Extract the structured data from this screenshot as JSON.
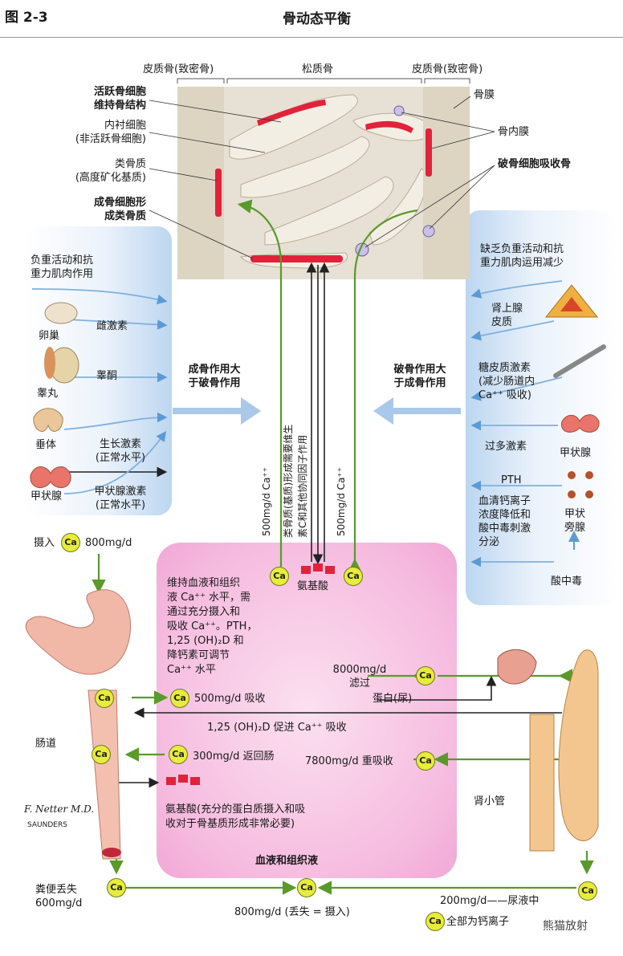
{
  "header": {
    "fig_label": "图 2-3",
    "title": "骨动态平衡"
  },
  "bone": {
    "cortical_left": "皮质骨(致密骨)",
    "cancellous": "松质骨",
    "cortical_right": "皮质骨(致密骨)",
    "active_osteocytes": [
      "活跃骨细胞",
      "维持骨结构"
    ],
    "lining_cells": [
      "内衬细胞",
      "(非活跃骨细胞)"
    ],
    "osteoid": [
      "类骨质",
      "(高度矿化基质)"
    ],
    "osteoblast": [
      "成骨细胞形",
      "成类骨质"
    ],
    "periosteum": "骨膜",
    "endosteum": "骨内膜",
    "osteoclast": "破骨细胞吸收骨"
  },
  "left_panel": {
    "weight": [
      "负重活动和抗",
      "重力肌肉作用"
    ],
    "estrogen": "雌激素",
    "ovary": "卵巢",
    "testosterone": "睾酮",
    "testis": "睾丸",
    "pituitary": "垂体",
    "gh": [
      "生长激素",
      "(正常水平)"
    ],
    "thyroid": "甲状腺",
    "thyroid_hormone": [
      "甲状腺激素",
      "(正常水平)"
    ]
  },
  "center": {
    "bone_formation": [
      "成骨作用大",
      "于破骨作用"
    ],
    "bone_resorption": [
      "破骨作用大",
      "于成骨作用"
    ],
    "left_flow": "500mg/d Ca⁺⁺",
    "right_flow": "500mg/d Ca⁺⁺",
    "vitc": [
      "类骨质(基质)形成需要维生",
      "素C和其他协同因子作用"
    ],
    "amino_top": "氨基酸"
  },
  "right_panel": {
    "lack_weight": [
      "缺乏负重活动和抗",
      "重力肌肉运用减少"
    ],
    "adrenal": [
      "肾上腺",
      "皮质"
    ],
    "glucocorticoid": [
      "糖皮质激素",
      "(减少肠道内",
      "Ca⁺⁺ 吸收)"
    ],
    "excess_hormone": "过多激素",
    "thyroid": "甲状腺",
    "pth": "PTH",
    "low_ca": [
      "血清钙离子",
      "浓度降低和",
      "酸中毒刺激",
      "分泌"
    ],
    "parathyroid": [
      "甲状",
      "旁腺"
    ],
    "acidosis": "酸中毒"
  },
  "blood": {
    "text": [
      "维持血液和组织",
      "液 Ca⁺⁺ 水平，需",
      "通过充分摄入和",
      "吸收 Ca⁺⁺。PTH，",
      "1,25 (OH)₂D 和",
      "降钙素可调节",
      "Ca⁺⁺ 水平"
    ],
    "filtered": [
      "8000mg/d",
      "滤过"
    ],
    "protein": "蛋白(尿)",
    "absorb": "500mg/d 吸收",
    "vitd": "1,25 (OH)₂D 促进 Ca⁺⁺ 吸收",
    "return": "300mg/d 返回肠",
    "reabsorb": "7800mg/d 重吸收",
    "amino": [
      "氨基酸(充分的蛋白质摄入和吸",
      "收对于骨基质形成非常必要)"
    ],
    "label": "血液和组织液"
  },
  "gut": {
    "intake": "摄入",
    "intake_amt": "800mg/d",
    "intestine": "肠道",
    "feces": [
      "粪便丢失",
      "600mg/d"
    ],
    "balance": "800mg/d (丢失 = 摄入)",
    "tubule": "肾小管",
    "urine": "200mg/d——尿液中",
    "all_ion": "全部为钙离子",
    "ca": "Ca"
  },
  "credits": {
    "netter": "F. Netter M.D.",
    "publisher": "SAUNDERS",
    "watermark": "熊猫放射"
  },
  "colors": {
    "ca": "#e8ec3a",
    "green_arrow": "#5a9a2a",
    "blue_arrow": "#7fb0e0",
    "pink": "#f6bde0",
    "red_bar": "#e0233a"
  }
}
